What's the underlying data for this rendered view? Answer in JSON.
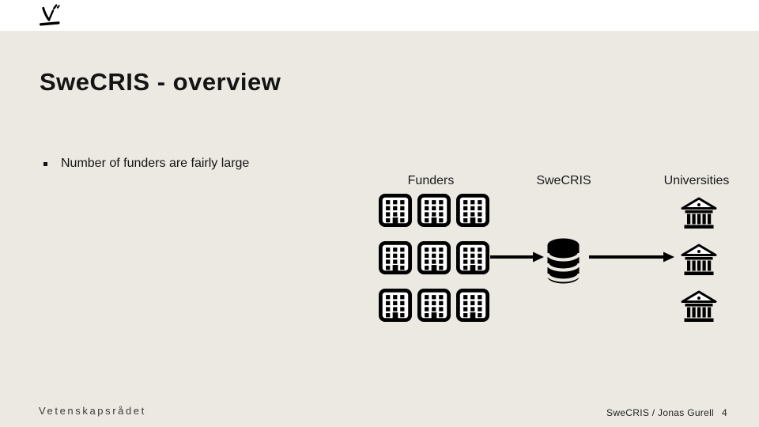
{
  "topbar": {
    "logo": "vetenskapsradet-logo"
  },
  "slide": {
    "title": "SweCRIS - overview",
    "bullets": [
      "Number of funders are fairly large"
    ]
  },
  "diagram": {
    "nodes": [
      {
        "id": "funders",
        "label": "Funders",
        "icon": "office-building-icon",
        "icon_count": 9
      },
      {
        "id": "swecris",
        "label": "SweCRIS",
        "icon": "database-icon",
        "icon_count": 1
      },
      {
        "id": "universities",
        "label": "Universities",
        "icon": "university-icon",
        "icon_count": 3
      }
    ],
    "edges": [
      {
        "from": "Funders",
        "to": "SweCRIS"
      },
      {
        "from": "SweCRIS",
        "to": "Universities"
      }
    ]
  },
  "footer": {
    "brand": "Vetenskapsrådet",
    "credit": "SweCRIS / Jonas Gurell",
    "page_number": "4"
  },
  "colors": {
    "slide_background": "#ECE9E3",
    "topbar_background": "#FFFFFF",
    "ink": "#141414",
    "footer_brand_text": "#3A3A3A"
  }
}
